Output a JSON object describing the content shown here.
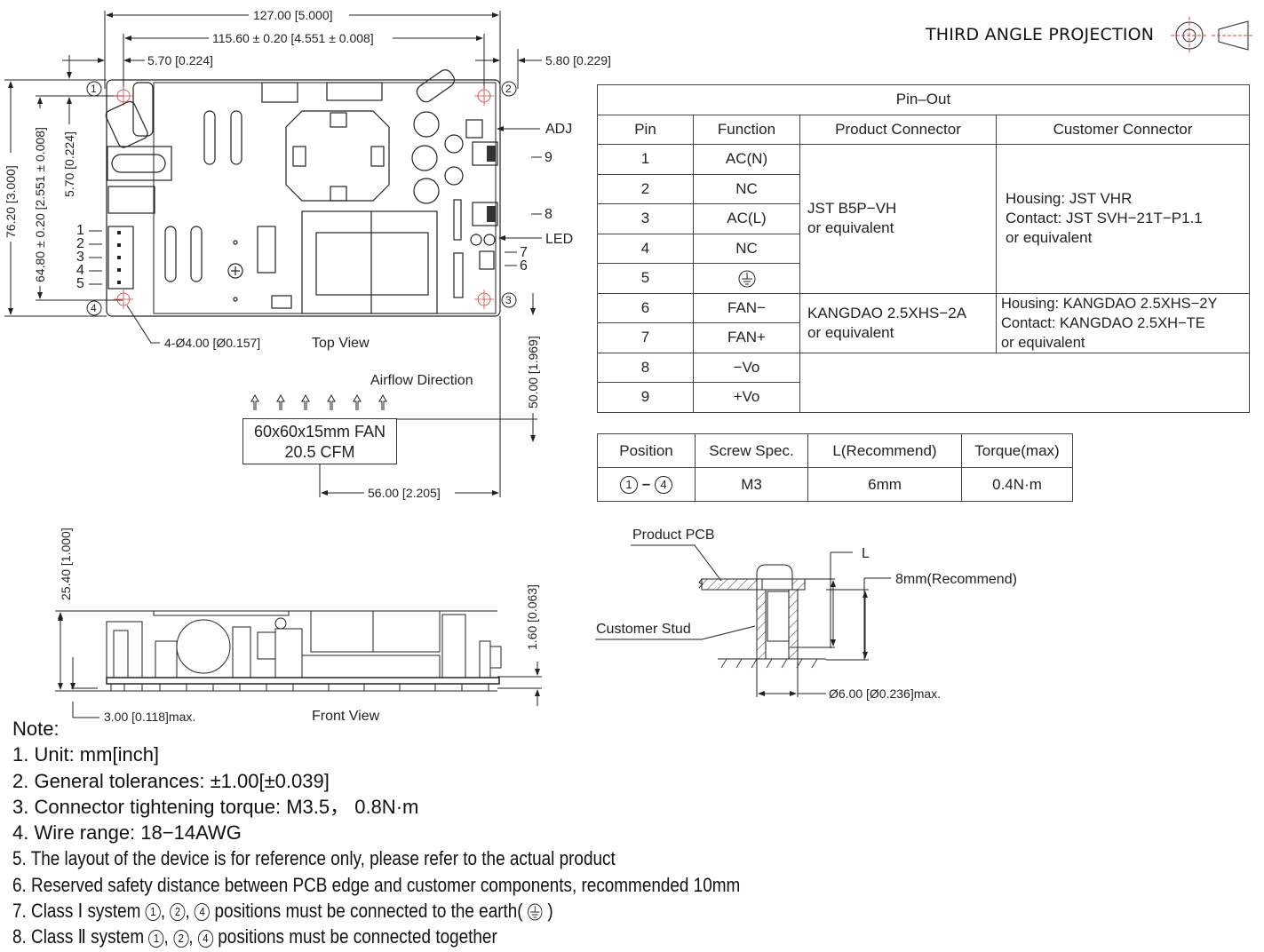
{
  "projection": {
    "label": "THIRD ANGLE PROJECTION"
  },
  "top_view": {
    "title": "Top View",
    "dims": {
      "overall_width": "127.00 [5.000]",
      "hole_spacing_x": "115.60 ± 0.20 [4.551 ± 0.008]",
      "left_offset": "5.70 [0.224]",
      "right_offset": "5.80 [0.229]",
      "overall_height": "76.20 [3.000]",
      "hole_spacing_y": "64.80 ± 0.20 [2.551 ± 0.008]",
      "top_offset": "5.70 [0.224]",
      "holes": "4-Ø4.00 [Ø0.157]",
      "fan_distance_y": "50.00 [1.969]",
      "fan_distance_x": "56.00 [2.205]"
    },
    "mount_positions": [
      "1",
      "2",
      "3",
      "4"
    ],
    "input_pins": [
      "1",
      "2",
      "3",
      "4",
      "5"
    ],
    "callouts": {
      "adj": "ADJ",
      "led": "LED",
      "pin9": "9",
      "pin8": "8",
      "pin7": "7",
      "pin6": "6"
    },
    "airflow": "Airflow Direction",
    "airflow_arrows": 6,
    "fan": {
      "line1": "60x60x15mm FAN",
      "line2": "20.5 CFM"
    }
  },
  "front_view": {
    "title": "Front View",
    "dims": {
      "height": "25.40 [1.000]",
      "pcb_thickness": "1.60 [0.063]",
      "pin_length": "3.00 [0.118]max."
    }
  },
  "pinout_table": {
    "title": "Pin–Out",
    "headers": [
      "Pin",
      "Function",
      "Product Connector",
      "Customer Connector"
    ],
    "rows": [
      {
        "pin": "1",
        "function": "AC(N)"
      },
      {
        "pin": "2",
        "function": "NC"
      },
      {
        "pin": "3",
        "function": "AC(L)"
      },
      {
        "pin": "4",
        "function": "NC"
      },
      {
        "pin": "5",
        "function": "earth-ground-symbol"
      },
      {
        "pin": "6",
        "function": "FAN−"
      },
      {
        "pin": "7",
        "function": "FAN+"
      },
      {
        "pin": "8",
        "function": "−Vo"
      },
      {
        "pin": "9",
        "function": "+Vo"
      }
    ],
    "groups": [
      {
        "pins": "1-5",
        "product_line1": "JST B5P−VH",
        "product_line2": "or equivalent",
        "customer_line1": "Housing: JST VHR",
        "customer_line2": "Contact: JST SVH−21T−P1.1",
        "customer_line3": "or equivalent"
      },
      {
        "pins": "6-7",
        "product_line1": "KANGDAO 2.5XHS−2A",
        "product_line2": "or equivalent",
        "customer_line1": "Housing: KANGDAO 2.5XHS−2Y",
        "customer_line2": "Contact: KANGDAO 2.5XH−TE",
        "customer_line3": "or equivalent"
      },
      {
        "pins": "8-9",
        "product_line1": "",
        "product_line2": "",
        "customer_line1": "",
        "customer_line2": "",
        "customer_line3": ""
      }
    ]
  },
  "screw_table": {
    "headers": [
      "Position",
      "Screw Spec.",
      "L(Recommend)",
      "Torque(max)"
    ],
    "row": {
      "position_from": "1",
      "dash": "–",
      "position_to": "4",
      "screw": "M3",
      "length": "6mm",
      "torque": "0.4N·m"
    }
  },
  "stud_detail": {
    "product_pcb": "Product PCB",
    "customer_stud": "Customer Stud",
    "l_label": "L",
    "recommend": "8mm(Recommend)",
    "diameter": "Ø6.00 [Ø0.236]max."
  },
  "notes": {
    "title": "Note:",
    "items": [
      "1. Unit: mm[inch]",
      "2. General tolerances:  ±1.00[±0.039]",
      "3. Connector tightening torque: M3.5， 0.8N·m",
      "4. Wire range: 18−14AWG",
      "5. The layout of the device is for reference only, please refer to the actual product",
      "6. Reserved safety distance between PCB edge and customer components, recommended 10mm"
    ],
    "note7": {
      "prefix": "7. Class Ⅰ system",
      "p1": "1",
      "p2": "2",
      "p4": "4",
      "suffix": "positions must be connected to the earth(",
      "end": ")"
    },
    "note8": {
      "prefix": "8. Class Ⅱ system",
      "p1": "1",
      "p2": "2",
      "p4": "4",
      "suffix": "positions must be connected together"
    }
  },
  "colors": {
    "line": "#222222",
    "centerline": "#d04040"
  }
}
